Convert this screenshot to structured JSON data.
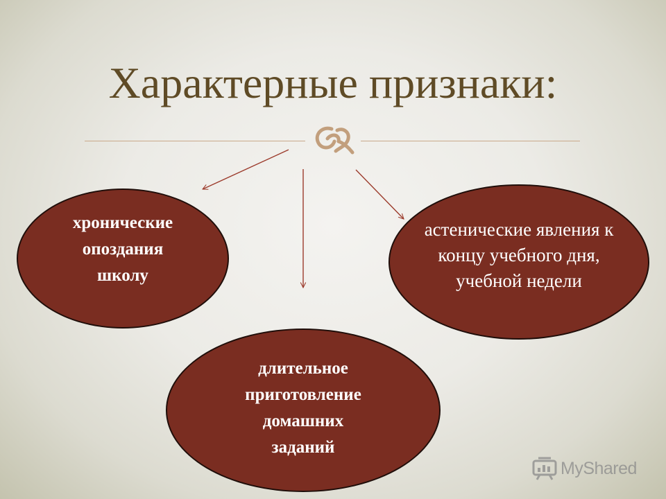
{
  "slide": {
    "title": "Характерные признаки:"
  },
  "diagram": {
    "nodes": [
      {
        "id": "chronic-lateness",
        "text": "хронические\nопоздания\nшколу"
      },
      {
        "id": "asthenic-phenomena",
        "text": "астенические явления к\nконцу учебного дня,\nучебной недели"
      },
      {
        "id": "long-homework",
        "text": "длительное\nприготовление\nдомашних\nзаданий"
      }
    ]
  },
  "watermark": {
    "text": "MyShared",
    "icon": "myshared-logo-icon"
  },
  "colors": {
    "title": "#5f4b26",
    "node_fill": "#7a2d21",
    "node_border": "#1f0e0a",
    "arrow": "#9c3b2c",
    "ornament": "#c29f7d"
  }
}
